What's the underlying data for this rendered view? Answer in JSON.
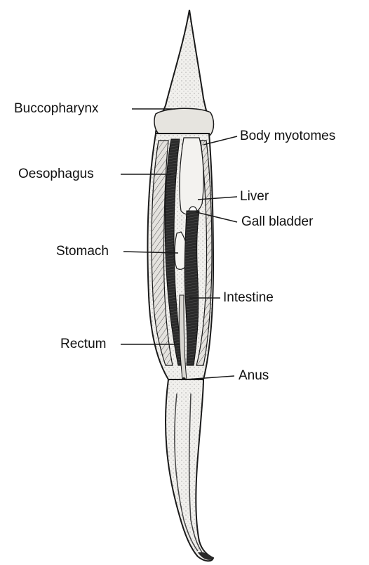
{
  "colors": {
    "outline": "#1a1a1a",
    "body_fill": "#ecebe8",
    "dark_organ": "#2b2b2b",
    "myotome_fill": "#d9d7d3",
    "background": "#ffffff"
  },
  "labels": {
    "buccopharynx": "Buccopharynx",
    "body_myotomes": "Body myotomes",
    "oesophagus": "Oesophagus",
    "liver": "Liver",
    "gall_bladder": "Gall bladder",
    "stomach": "Stomach",
    "intestine": "Intestine",
    "rectum": "Rectum",
    "anus": "Anus"
  }
}
